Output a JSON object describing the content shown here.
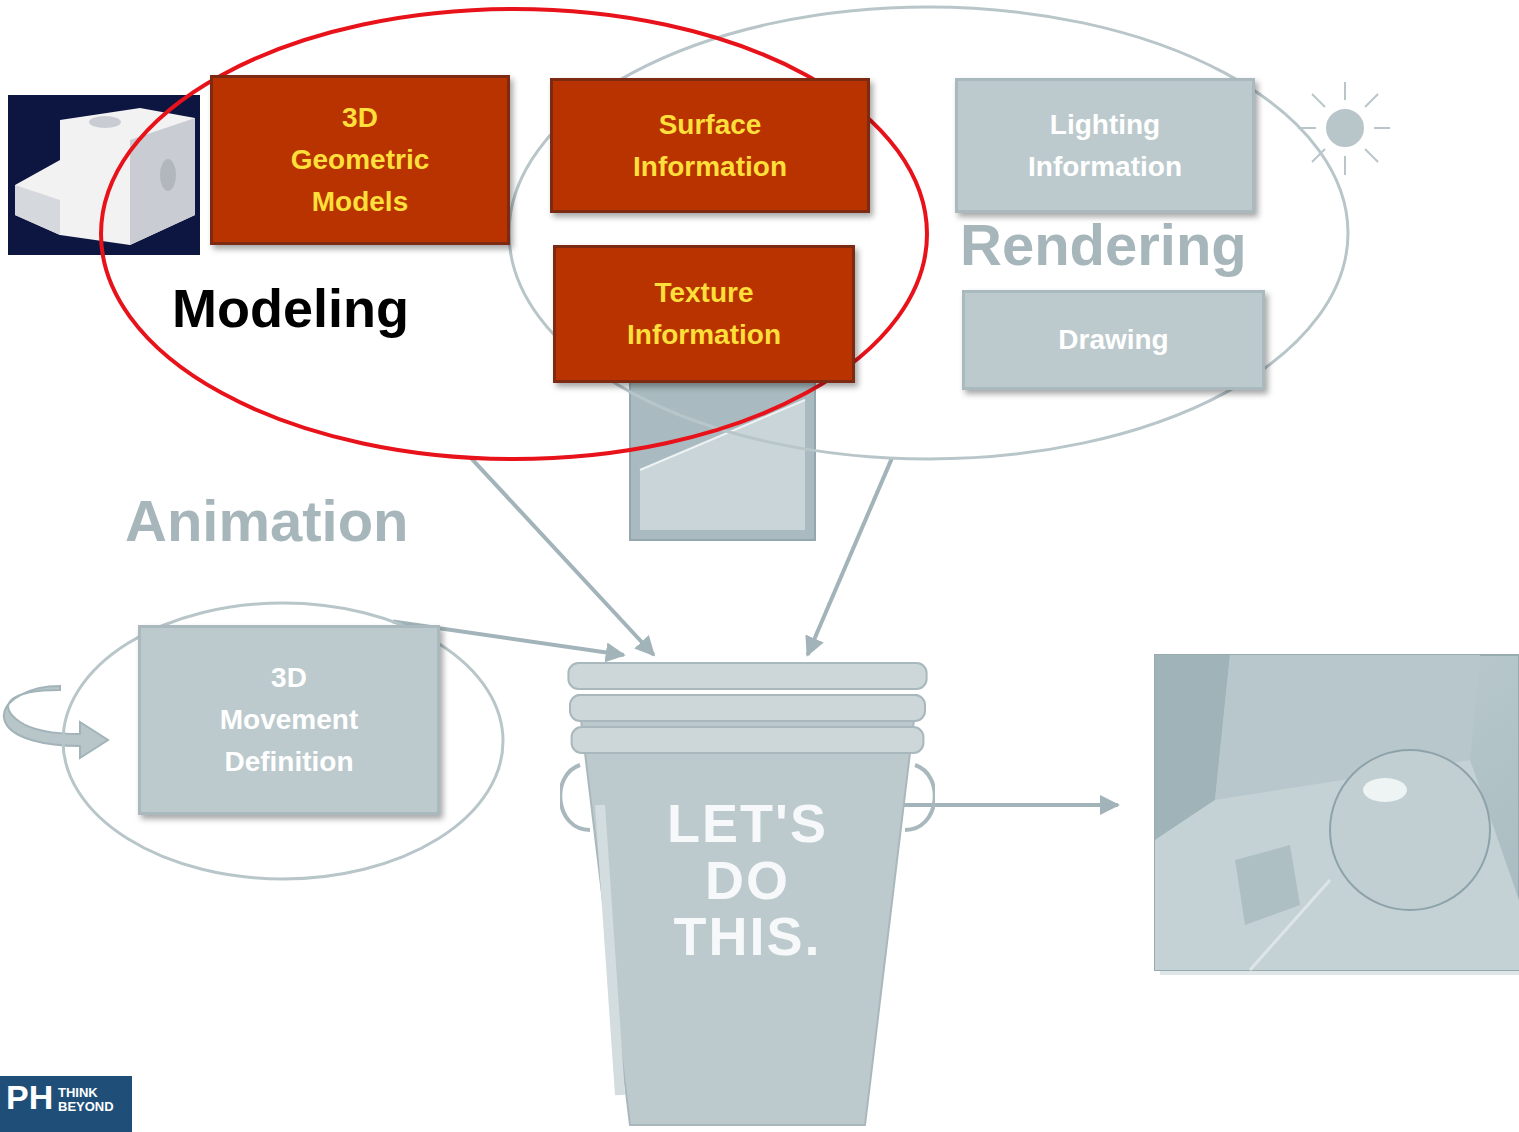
{
  "diagram": {
    "nodes": [
      {
        "text": [
          "Modeling"
        ]
      },
      {
        "text": [
          "3D Geometric Models"
        ],
        "in": 0
      },
      {
        "text": [
          "Surface Information"
        ],
        "in": 0
      },
      {
        "text": [
          "Texture Information"
        ],
        "in": 0
      },
      {
        "text": [
          "Rendering"
        ]
      },
      {
        "text": [
          "Lighting Information"
        ],
        "in": 4
      },
      {
        "text": [
          "Drawing"
        ],
        "in": 4
      },
      {
        "text": [
          "Animation"
        ]
      },
      {
        "text": [
          "3D Movement Definition"
        ],
        "in": 7
      },
      {
        "text": [
          "LET'S DO THIS."
        ]
      }
    ],
    "edges": [
      {
        "from": 0,
        "to": 9,
        "arrow": "to"
      },
      {
        "from": 7,
        "to": 9,
        "arrow": "to"
      },
      {
        "from": 4,
        "to": 9,
        "arrow": "to"
      }
    ],
    "labels": [
      "PH",
      "THINK BEYOND"
    ]
  }
}
